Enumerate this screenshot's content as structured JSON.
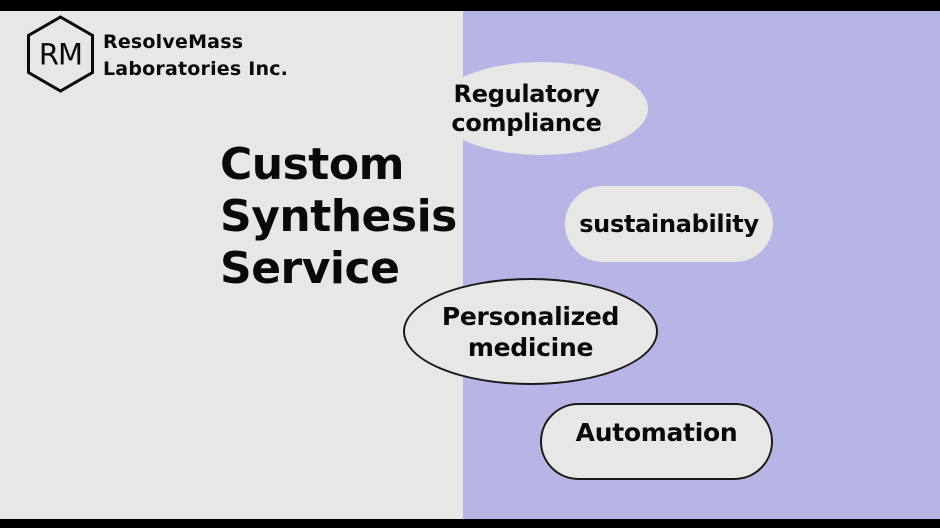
{
  "colors": {
    "bar": "#000000",
    "panel_left": "#e8e7e5",
    "panel_right": "#b7b4e6",
    "ink": "#0a0a0a",
    "bubble_border": "#1a1a1a"
  },
  "brand": {
    "monogram": "RM",
    "name_line1": "ResolveMass",
    "name_line2": "Laboratories Inc."
  },
  "title": {
    "lines": [
      "Custom",
      "Synthesis",
      "Service"
    ]
  },
  "bubbles": [
    {
      "label": "Regulatory compliance",
      "shape": "ellipse",
      "bordered": false
    },
    {
      "label": "sustainability",
      "shape": "pill",
      "bordered": false
    },
    {
      "label": "Personalized medicine",
      "shape": "ellipse",
      "bordered": true
    },
    {
      "label": "Automation",
      "shape": "pill",
      "bordered": true
    }
  ]
}
